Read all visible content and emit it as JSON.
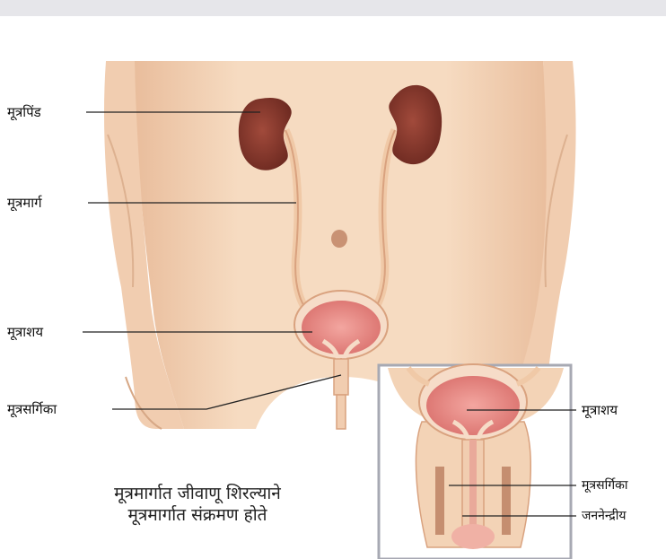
{
  "labels": {
    "kidney": "मूत्रपिंड",
    "ureter": "मूत्रमार्ग",
    "bladder": "मूत्राशय",
    "urethra": "मूत्रसर्गिका"
  },
  "inset": {
    "bladder": "मूत्राशय",
    "urethra": "मूत्रसर्गिका",
    "genital": "जननेन्द्रीय"
  },
  "caption": {
    "line1": "मूत्रमार्गात जीवाणू शिरल्याने",
    "line2": "मूत्रमार्गात संक्रमण होते"
  },
  "colors": {
    "skin": "#f3d3b6",
    "skin_shadow": "#e5bb98",
    "kidney": "#8b3a2e",
    "bladder": "#e88a86",
    "inset_border": "#a7a9b3"
  }
}
